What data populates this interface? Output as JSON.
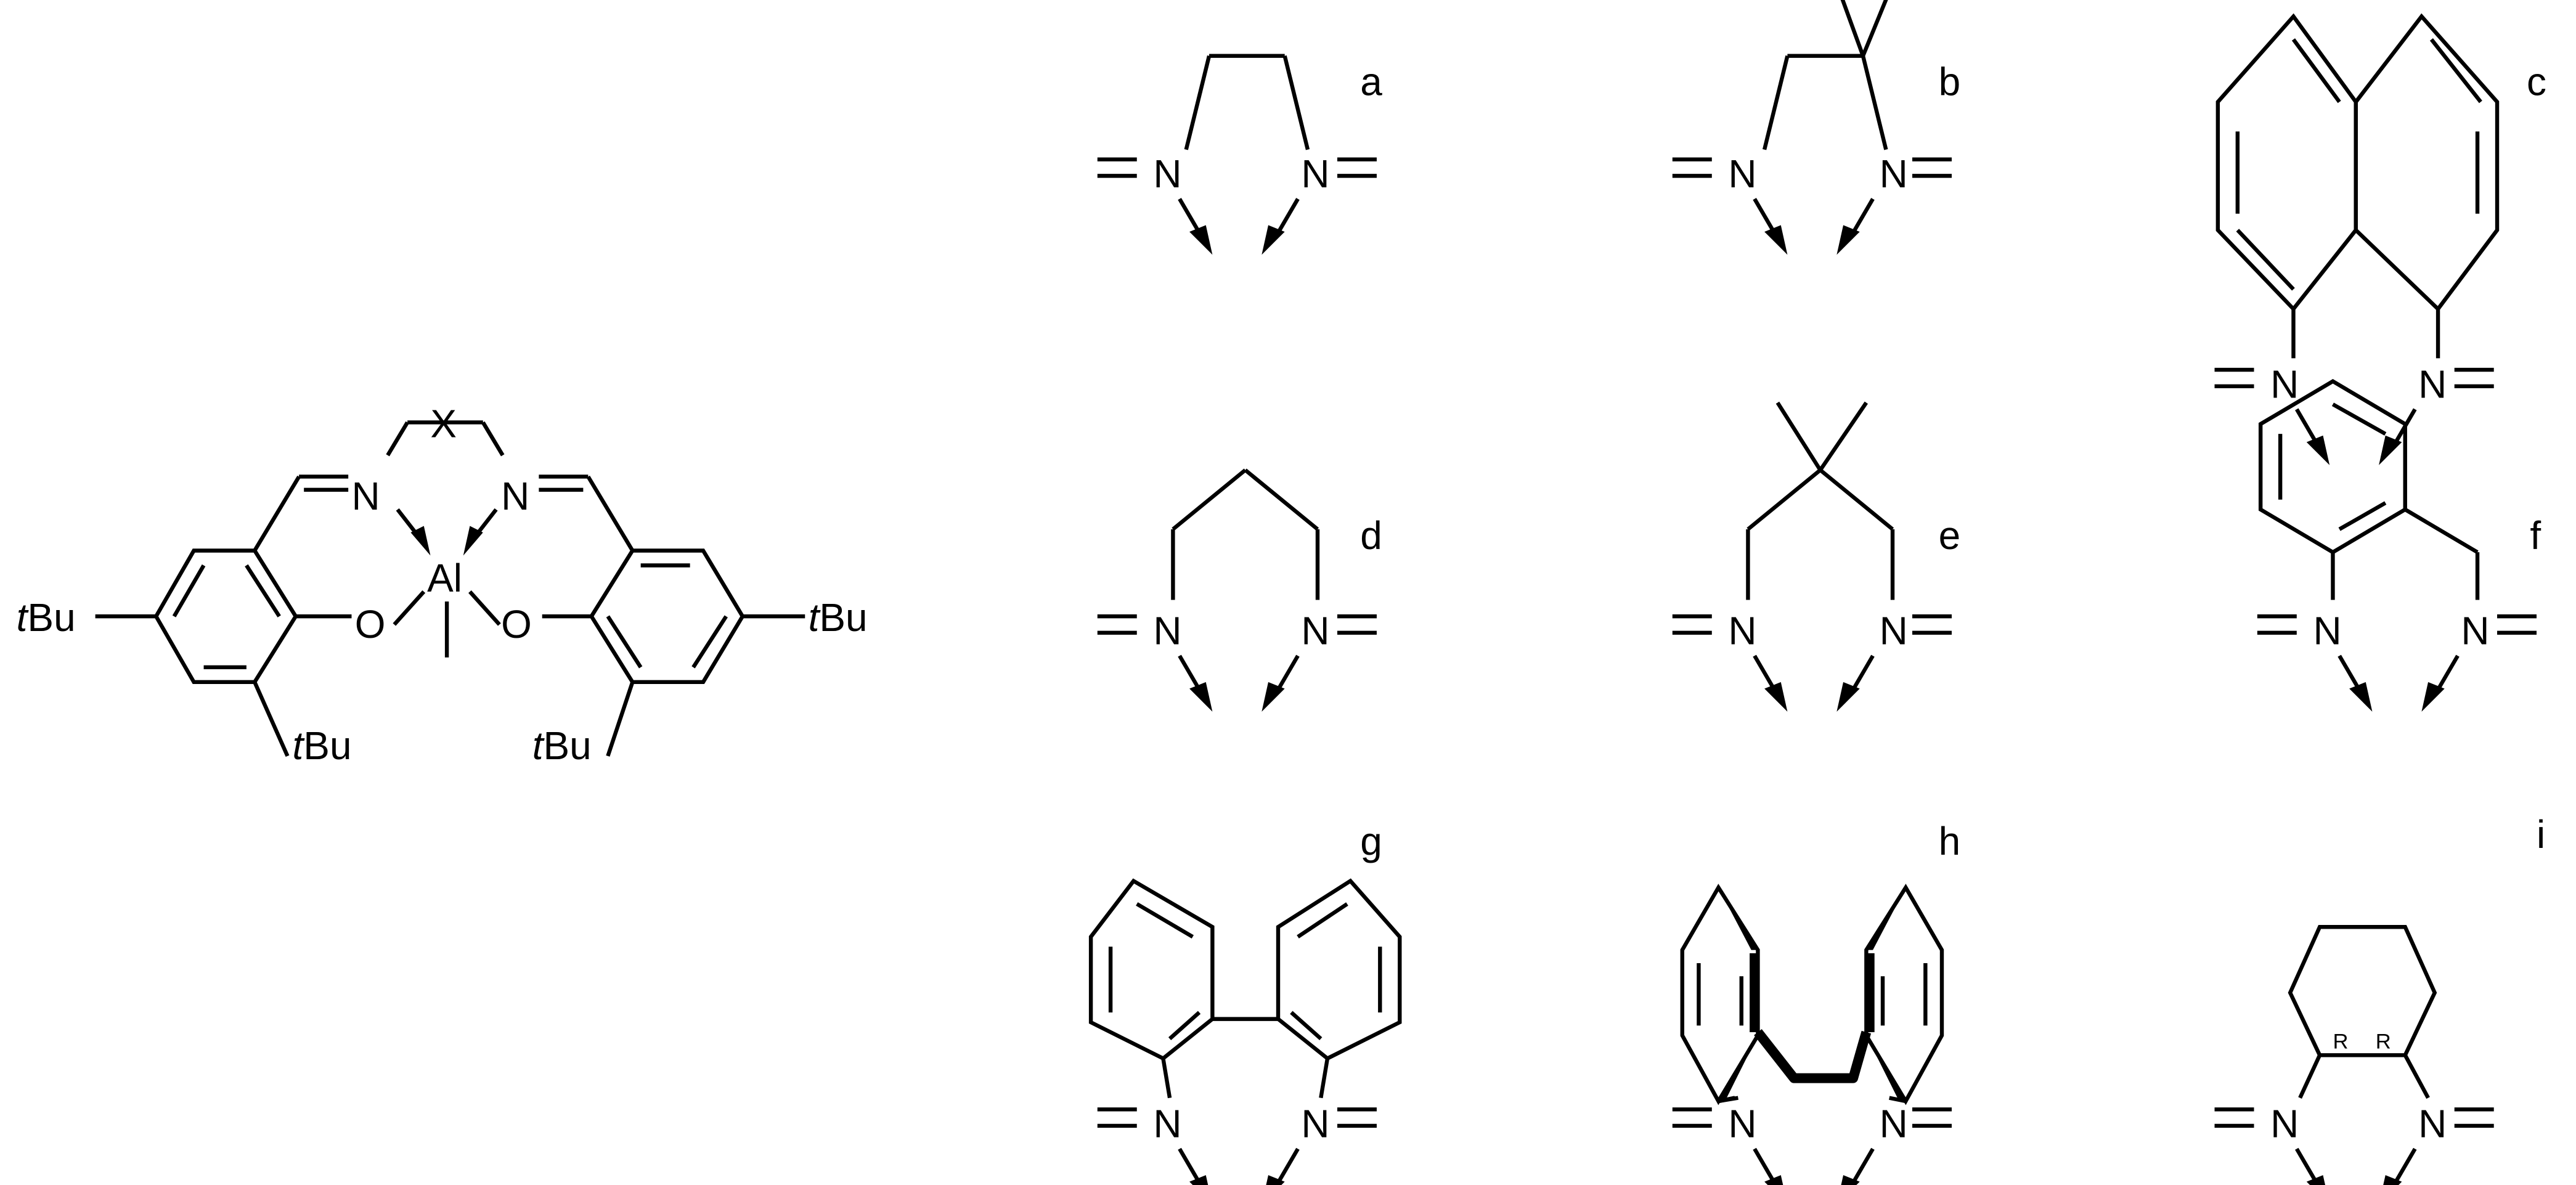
{
  "figure": {
    "main_complex": {
      "metal": "Al",
      "oxygen_labels": [
        "O",
        "O"
      ],
      "nitrogen_labels": [
        "N",
        "N"
      ],
      "bridge_label": "X",
      "substituents": [
        "tBu",
        "tBu",
        "tBu",
        "tBu"
      ],
      "substituent_prefix": "t",
      "substituent_suffix": "Bu"
    },
    "panels": [
      {
        "id": "a",
        "label": "a",
        "description": "ethylene bridge"
      },
      {
        "id": "b",
        "label": "b",
        "description": "2,2-dimethylethylene bridge"
      },
      {
        "id": "c",
        "label": "c",
        "description": "1,8-naphthylene bridge"
      },
      {
        "id": "d",
        "label": "d",
        "description": "propylene bridge"
      },
      {
        "id": "e",
        "label": "e",
        "description": "2,2-dimethylpropylene bridge"
      },
      {
        "id": "f",
        "label": "f",
        "description": "2-aminobenzyl bridge"
      },
      {
        "id": "g",
        "label": "g",
        "description": "2,2'-biphenylene bridge"
      },
      {
        "id": "h",
        "label": "h",
        "description": "2,2'-ethylenedianiline bridge"
      },
      {
        "id": "i",
        "label": "i",
        "description": "(R,R)-cyclohexane-1,2-diyl bridge",
        "stereo_labels": [
          "R",
          "R"
        ]
      }
    ],
    "atom_N": "N"
  }
}
